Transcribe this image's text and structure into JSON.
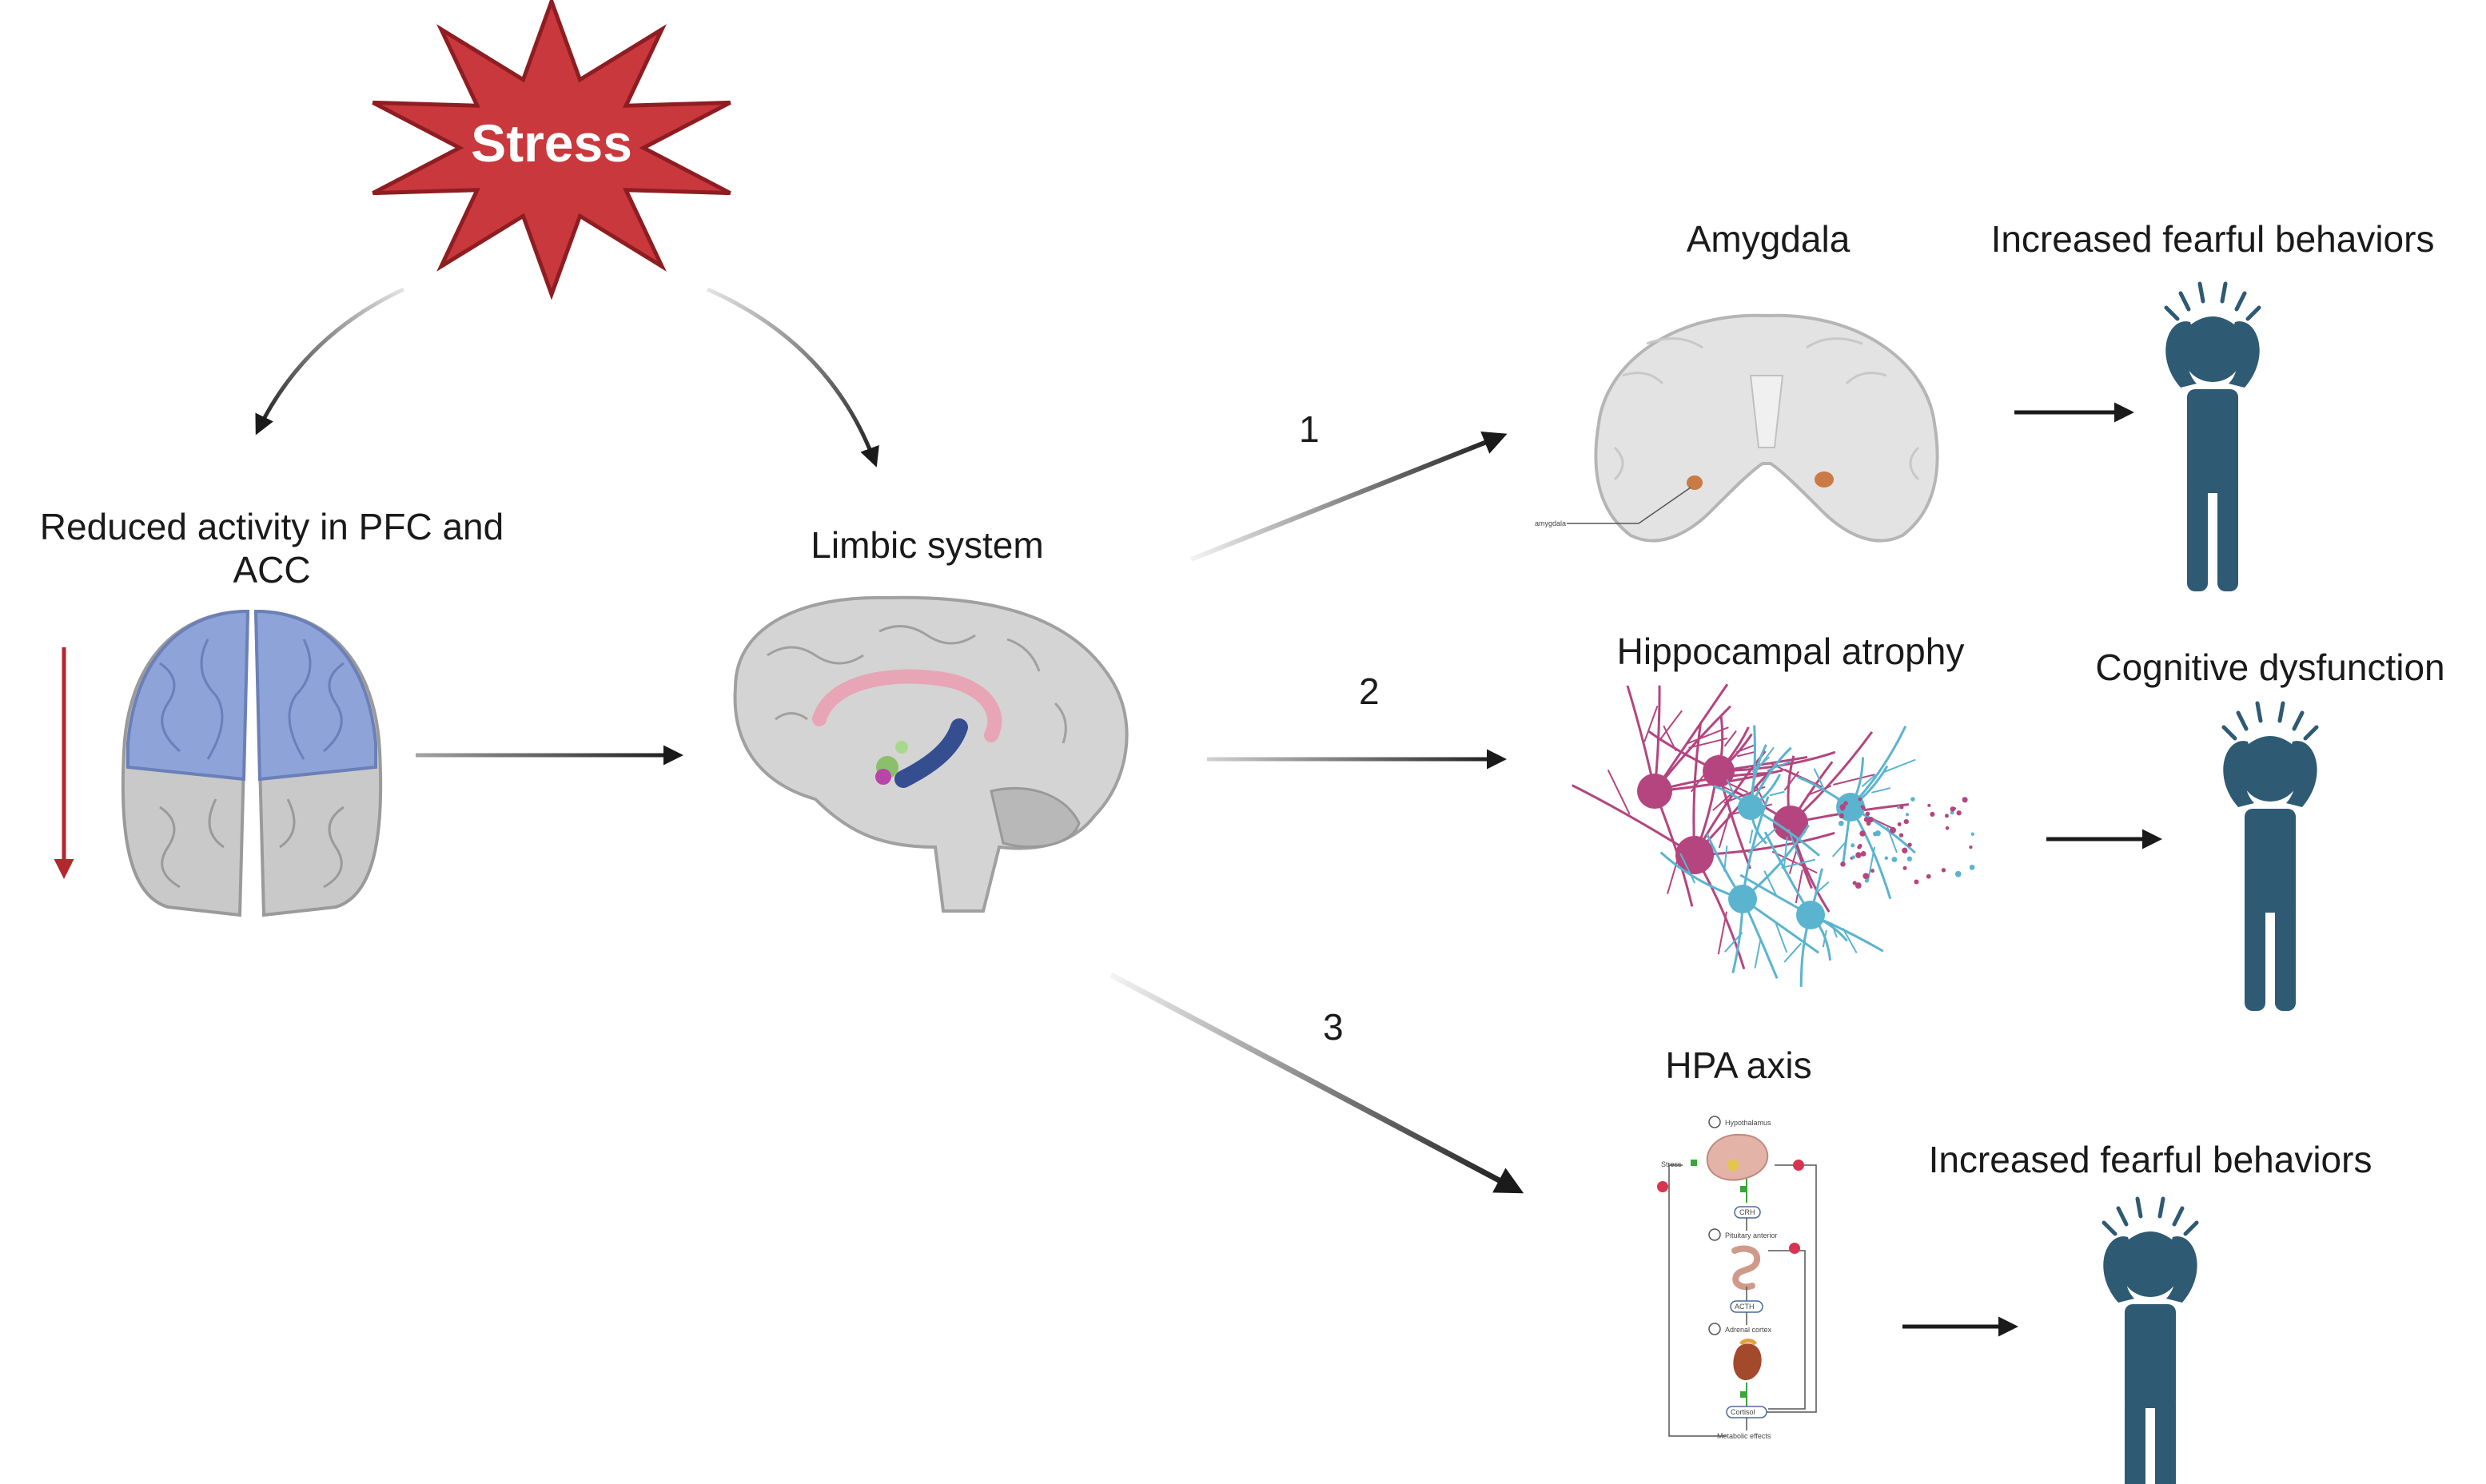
{
  "stress": {
    "label": "Stress",
    "fill": "#c8383c",
    "stroke": "#8e1d22"
  },
  "left": {
    "pfc_label_line1": "Reduced activity in PFC and",
    "pfc_label_line2": "ACC",
    "down_arrow_color": "#b3282d",
    "pfc_color": "#8ea3d8"
  },
  "limbic": {
    "label": "Limbic system"
  },
  "paths": [
    {
      "number": "1",
      "target": "Amygdala",
      "outcome": "Increased fearful behaviors"
    },
    {
      "number": "2",
      "target": "Hippocampal atrophy",
      "outcome": "Cognitive dysfunction"
    },
    {
      "number": "3",
      "target": "HPA axis",
      "outcome": "Increased fearful behaviors"
    }
  ],
  "amygdala_small_label": "amygdala",
  "hpa_small": {
    "hypothalamus": "Hypothalamus",
    "crh": "CRH",
    "pituitary": "Pituitary anterior",
    "acth": "ACTH",
    "adrenal": "Adrenal cortex",
    "cortisol": "Cortisol",
    "effects": "Metabolic effects",
    "stress": "Stress"
  },
  "colors": {
    "figure": "#2e5a73",
    "arrow": "#1a1a1a",
    "neuron_pink": "#b4457f",
    "neuron_blue": "#5bb4cf"
  }
}
